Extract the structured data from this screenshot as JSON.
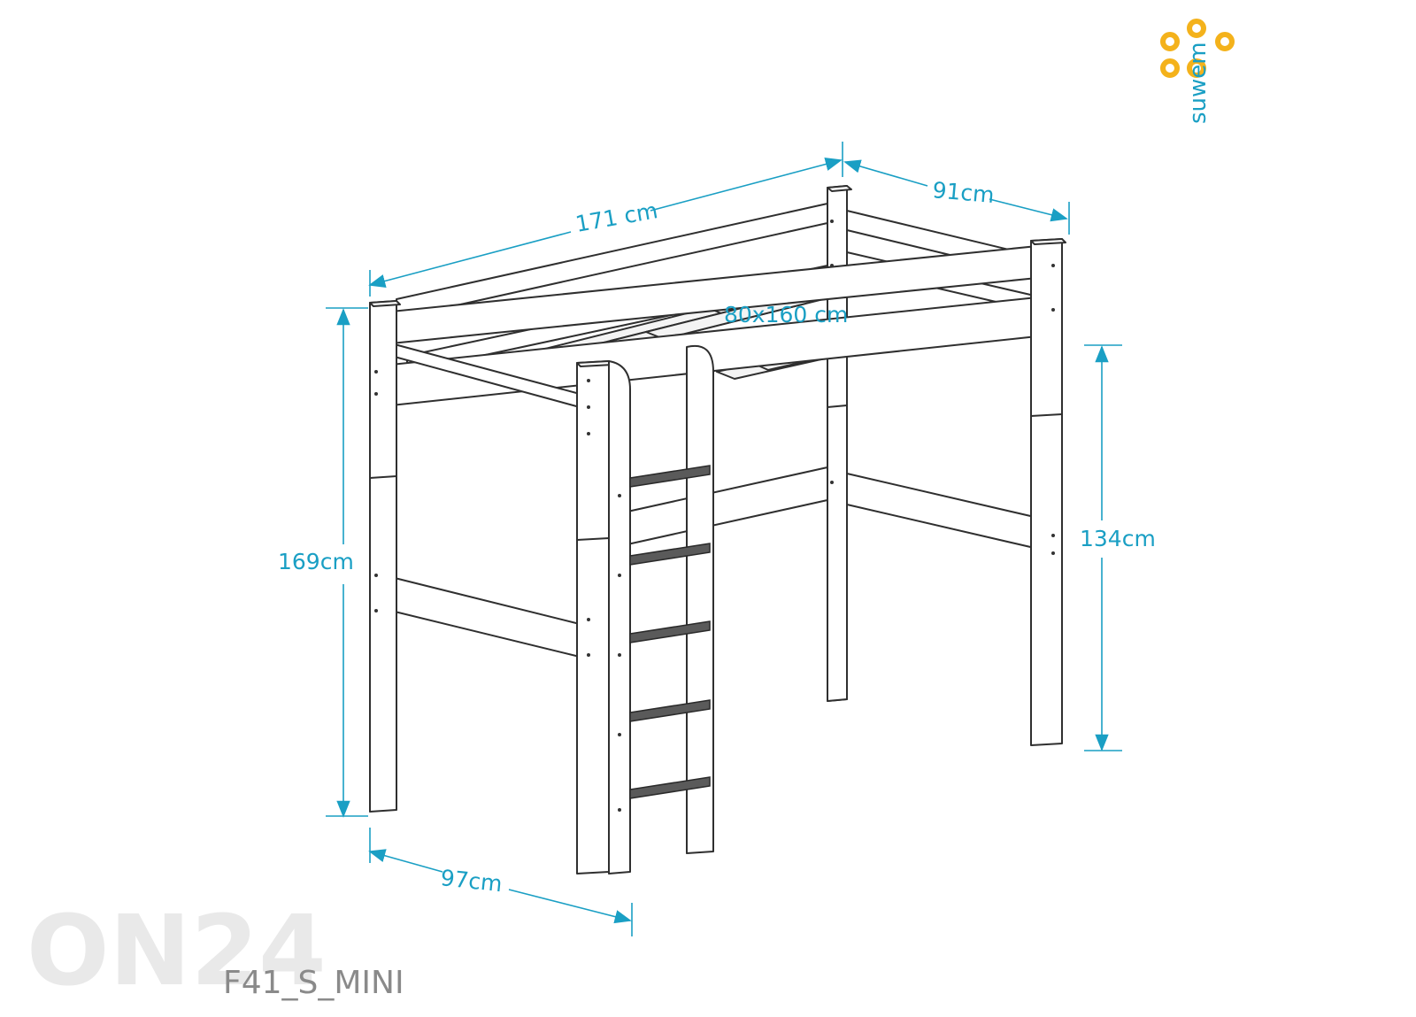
{
  "brand": {
    "name": "suwem",
    "accent": "#f4b21b",
    "text_color": "#1a9fc4"
  },
  "model_code": "F41_S_MINI",
  "watermark": "ON24",
  "dimensions": {
    "length": "171 cm",
    "width": "91cm",
    "mattress": "80x160 cm",
    "height_total": "169cm",
    "height_under": "134cm",
    "depth": "97cm"
  },
  "colors": {
    "dimension": "#1a9fc4",
    "drawing": "#2f2f2f"
  }
}
